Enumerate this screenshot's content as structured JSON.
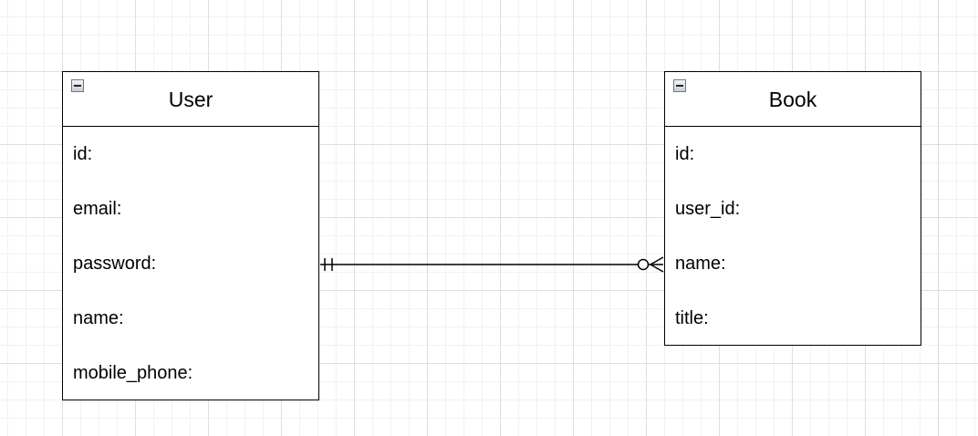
{
  "entities": [
    {
      "name": "User",
      "fields": [
        "id:",
        "email:",
        "password:",
        "name:",
        "mobile_phone:"
      ]
    },
    {
      "name": "Book",
      "fields": [
        "id:",
        "user_id:",
        "name:",
        "title:"
      ]
    }
  ],
  "relationship": {
    "from": "User",
    "to": "Book",
    "from_cardinality": "exactly-one",
    "to_cardinality": "zero-or-many"
  },
  "colors": {
    "stroke": "#000000",
    "grid_major": "#dedede",
    "grid_minor": "#f1f1f1",
    "collapse_icon": "#6f7684"
  }
}
